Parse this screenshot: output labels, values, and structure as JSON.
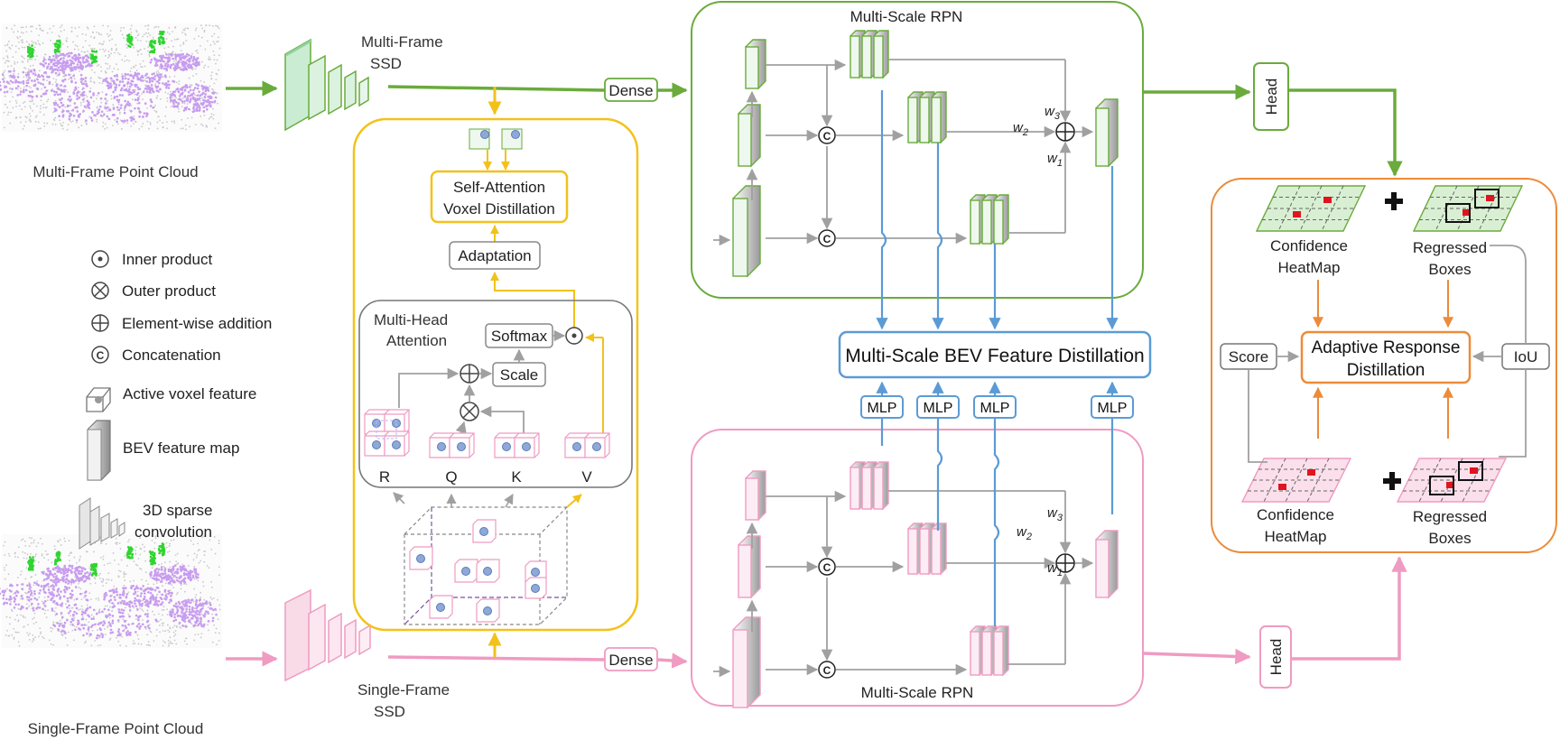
{
  "inputs": {
    "multi_frame_caption": "Multi-Frame Point Cloud",
    "single_frame_caption": "Single-Frame Point Cloud"
  },
  "ssd": {
    "multi_line1": "Multi-Frame",
    "multi_line2": "SSD",
    "single_line1": "Single-Frame",
    "single_line2": "SSD"
  },
  "dense_label": "Dense",
  "legend": {
    "inner_product": "Inner product",
    "outer_product": "Outer product",
    "element_addition": "Element-wise addition",
    "concatenation": "Concatenation",
    "concat_symbol": "C",
    "active_voxel": "Active voxel feature",
    "bev_map": "BEV feature map",
    "sparse_conv_line1": "3D sparse",
    "sparse_conv_line2": "convolution"
  },
  "attention": {
    "title_line1": "Self-Attention",
    "title_line2": "Voxel Distillation",
    "adaptation": "Adaptation",
    "mha_line1": "Multi-Head",
    "mha_line2": "Attention",
    "softmax": "Softmax",
    "scale": "Scale",
    "r": "R",
    "q": "Q",
    "k": "K",
    "v": "V"
  },
  "rpn": {
    "top_title": "Multi-Scale RPN",
    "bottom_title": "Multi-Scale RPN",
    "w1": "w",
    "w2": "w",
    "w3": "w",
    "w1_sub": "1",
    "w2_sub": "2",
    "w3_sub": "3"
  },
  "bev_distill": "Multi-Scale BEV Feature Distillation",
  "mlp": [
    "MLP",
    "MLP",
    "MLP",
    "MLP"
  ],
  "head": {
    "top": "Head",
    "bottom": "Head"
  },
  "response": {
    "title_line1": "Adaptive Response",
    "title_line2": "Distillation",
    "score": "Score",
    "iou": "IoU",
    "conf_top_line1": "Confidence",
    "conf_top_line2": "HeatMap",
    "reg_top_line1": "Regressed",
    "reg_top_line2": "Boxes",
    "conf_bot_line1": "Confidence",
    "conf_bot_line2": "HeatMap",
    "reg_bot_line1": "Regressed",
    "reg_bot_line2": "Boxes"
  },
  "colors": {
    "green": "#6aab3c",
    "pink": "#ef9bc2",
    "yellow": "#f2c21b",
    "blue": "#5b9bd5",
    "orange": "#ec8b3a",
    "gray": "#a6a6a6",
    "dark_gray": "#808080"
  }
}
